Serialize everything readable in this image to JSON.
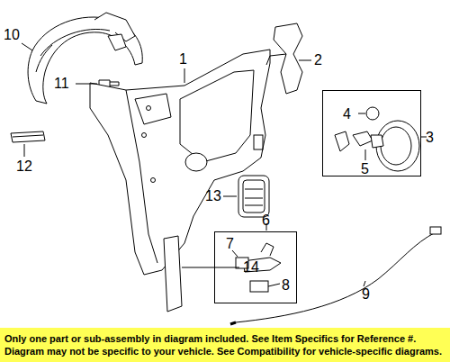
{
  "diagram": {
    "caption": "Only one part or sub-assembly in diagram included. See Item Specifics for Reference #. Diagram may not be specific to your vehicle. See Compatibility for vehicle-specific diagrams.",
    "nodes": [
      {
        "text": [
          "3",
          "4",
          "5"
        ]
      },
      {
        "text": [
          "6",
          "7",
          "8"
        ]
      }
    ],
    "labels": [
      "10",
      "11",
      "12",
      "1",
      "2",
      "13",
      "14",
      "9"
    ]
  }
}
